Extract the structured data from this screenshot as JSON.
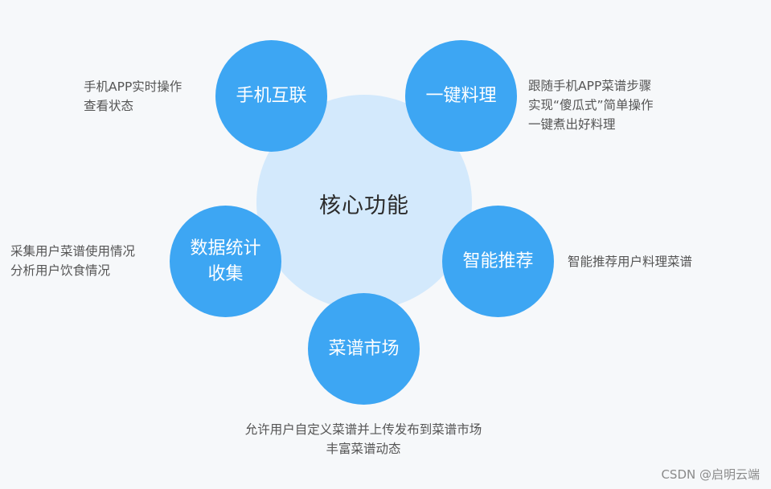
{
  "diagram": {
    "center": {
      "label": "核心功能"
    },
    "nodes": [
      {
        "id": "phone",
        "label": "手机互联",
        "description": [
          "手机APP实时操作",
          "查看状态"
        ]
      },
      {
        "id": "onekey",
        "label": "一键料理",
        "description": [
          "跟随手机APP菜谱步骤",
          "实现“傻瓜式”简单操作",
          "一键煮出好料理"
        ]
      },
      {
        "id": "stats",
        "label_lines": [
          "数据统计",
          "收集"
        ],
        "description": [
          "采集用户菜谱使用情况",
          "分析用户饮食情况"
        ]
      },
      {
        "id": "recommend",
        "label": "智能推荐",
        "description": [
          "智能推荐用户料理菜谱"
        ]
      },
      {
        "id": "market",
        "label": "菜谱市场",
        "description": [
          "允许用户自定义菜谱并上传发布到菜谱市场",
          "丰富菜谱动态"
        ]
      }
    ],
    "colors": {
      "node": "#3da6f3",
      "core": "#d3e9fc",
      "background": "#f6f8fa",
      "text": "#555555"
    }
  },
  "watermark": "CSDN @启明云端"
}
